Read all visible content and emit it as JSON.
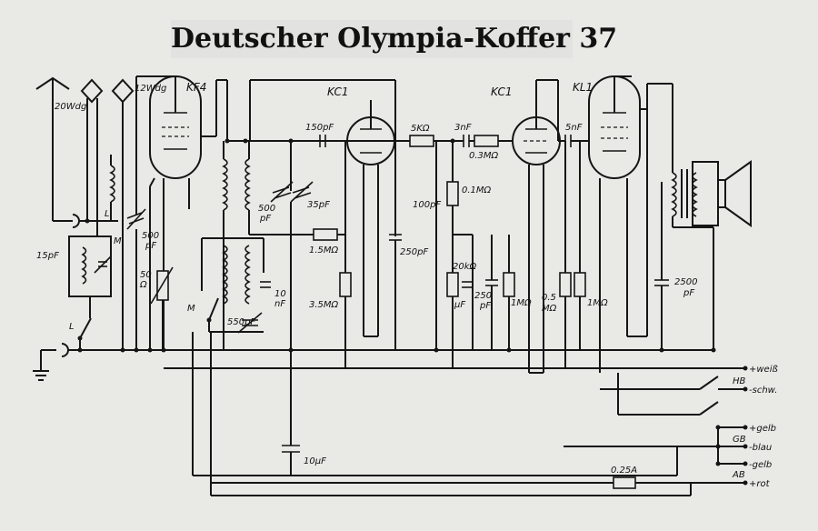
{
  "title": "Deutscher Olympia-Koffer 37",
  "tubes": {
    "t1": "KF4",
    "t2": "KC1",
    "t3": "KC1",
    "t4": "KL1"
  },
  "components": {
    "ant1": "20Wdg",
    "ant2": "12Wdg",
    "c_15pF": "15pF",
    "c_500pF_a": "500",
    "c_500pF_b": "pF",
    "r_50": "50",
    "r_50_unit": "Ω",
    "c_500pF_2a": "500",
    "c_500pF_2b": "pF",
    "c_35pF": "35pF",
    "c_150pF": "150pF",
    "r_15M": "1.5MΩ",
    "r_35M": "3.5MΩ",
    "c_10nF_a": "10",
    "c_10nF_b": "nF",
    "c_550pF": "550pF",
    "c_250pF": "250pF",
    "r_5k": "5KΩ",
    "c_3nF": "3nF",
    "r_03M": "0.3MΩ",
    "r_01M": "0.1MΩ",
    "c_100pF": "100pF",
    "r_20k": "20kΩ",
    "c_1uF": "μF",
    "c_250_a": "250",
    "c_250_b": "pF",
    "r_1M_a": "1MΩ",
    "c_5nF": "5nF",
    "r_05M_a": "0.5",
    "r_05M_b": "MΩ",
    "r_1M_b": "1MΩ",
    "c_2500pF_a": "2500",
    "c_2500pF_b": "pF",
    "c_10uF": "10μF",
    "fuse": "0.25A",
    "sw_L1": "L",
    "sw_M1": "M",
    "sw_L2": "L",
    "sw_M2": "M"
  },
  "terminals": {
    "weiss": "+weiß",
    "schw": "-schw.",
    "hb": "HB",
    "gelb1": "+gelb",
    "blau": "-blau",
    "gb": "GB",
    "gelb2": "-gelb",
    "rot": "+rot",
    "ab": "AB"
  }
}
